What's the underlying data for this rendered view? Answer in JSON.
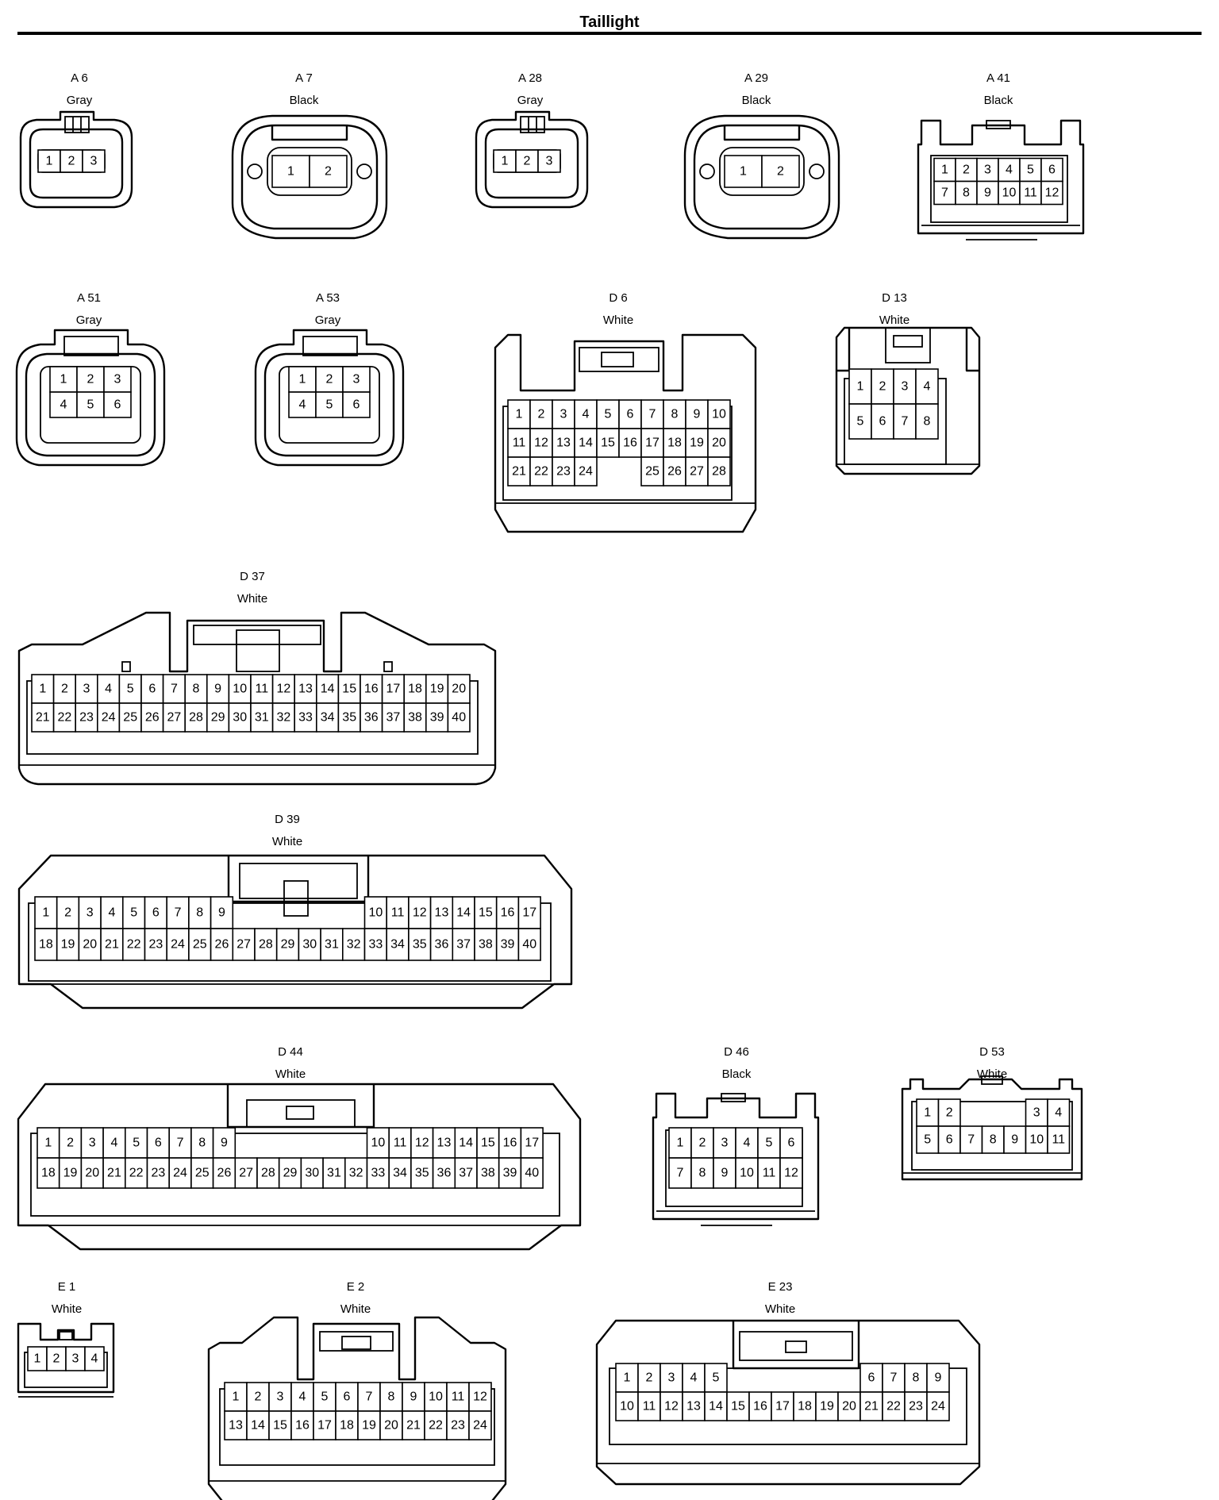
{
  "title": "Taillight",
  "connectors": [
    {
      "id": "A 6",
      "color": "Gray",
      "pins": [
        [
          "1",
          "2",
          "3"
        ]
      ]
    },
    {
      "id": "A 7",
      "color": "Black",
      "pins": [
        [
          "1",
          "2"
        ]
      ]
    },
    {
      "id": "A 28",
      "color": "Gray",
      "pins": [
        [
          "1",
          "2",
          "3"
        ]
      ]
    },
    {
      "id": "A 29",
      "color": "Black",
      "pins": [
        [
          "1",
          "2"
        ]
      ]
    },
    {
      "id": "A 41",
      "color": "Black",
      "pins": [
        [
          "1",
          "2",
          "3",
          "4",
          "5",
          "6"
        ],
        [
          "7",
          "8",
          "9",
          "10",
          "11",
          "12"
        ]
      ]
    },
    {
      "id": "A 51",
      "color": "Gray",
      "pins": [
        [
          "1",
          "2",
          "3"
        ],
        [
          "4",
          "5",
          "6"
        ]
      ]
    },
    {
      "id": "A 53",
      "color": "Gray",
      "pins": [
        [
          "1",
          "2",
          "3"
        ],
        [
          "4",
          "5",
          "6"
        ]
      ]
    },
    {
      "id": "D 6",
      "color": "White",
      "pins": [
        [
          "1",
          "2",
          "3",
          "4",
          "5",
          "6",
          "7",
          "8",
          "9",
          "10"
        ],
        [
          "11",
          "12",
          "13",
          "14",
          "15",
          "16",
          "17",
          "18",
          "19",
          "20"
        ],
        [
          "21",
          "22",
          "23",
          "24",
          "",
          "",
          "25",
          "26",
          "27",
          "28"
        ]
      ]
    },
    {
      "id": "D 13",
      "color": "White",
      "pins": [
        [
          "1",
          "2",
          "3",
          "4"
        ],
        [
          "5",
          "6",
          "7",
          "8"
        ]
      ]
    },
    {
      "id": "D 37",
      "color": "White",
      "pins": [
        [
          "1",
          "2",
          "3",
          "4",
          "5",
          "6",
          "7",
          "8",
          "9",
          "10",
          "11",
          "12",
          "13",
          "14",
          "15",
          "16",
          "17",
          "18",
          "19",
          "20"
        ],
        [
          "21",
          "22",
          "23",
          "24",
          "25",
          "26",
          "27",
          "28",
          "29",
          "30",
          "31",
          "32",
          "33",
          "34",
          "35",
          "36",
          "37",
          "38",
          "39",
          "40"
        ]
      ]
    },
    {
      "id": "D 39",
      "color": "White",
      "pins": [
        [
          "1",
          "2",
          "3",
          "4",
          "5",
          "6",
          "7",
          "8",
          "9",
          "",
          "",
          "",
          "",
          "",
          "",
          "10",
          "11",
          "12",
          "13",
          "14",
          "15",
          "16",
          "17"
        ],
        [
          "18",
          "19",
          "20",
          "21",
          "22",
          "23",
          "24",
          "25",
          "26",
          "27",
          "28",
          "29",
          "30",
          "31",
          "32",
          "33",
          "34",
          "35",
          "36",
          "37",
          "38",
          "39",
          "40"
        ]
      ]
    },
    {
      "id": "D 44",
      "color": "White",
      "pins": [
        [
          "1",
          "2",
          "3",
          "4",
          "5",
          "6",
          "7",
          "8",
          "9",
          "",
          "",
          "",
          "",
          "",
          "",
          "10",
          "11",
          "12",
          "13",
          "14",
          "15",
          "16",
          "17"
        ],
        [
          "18",
          "19",
          "20",
          "21",
          "22",
          "23",
          "24",
          "25",
          "26",
          "27",
          "28",
          "29",
          "30",
          "31",
          "32",
          "33",
          "34",
          "35",
          "36",
          "37",
          "38",
          "39",
          "40"
        ]
      ]
    },
    {
      "id": "D 46",
      "color": "Black",
      "pins": [
        [
          "1",
          "2",
          "3",
          "4",
          "5",
          "6"
        ],
        [
          "7",
          "8",
          "9",
          "10",
          "11",
          "12"
        ]
      ]
    },
    {
      "id": "D 53",
      "color": "White",
      "pins": [
        [
          "1",
          "2",
          "",
          "",
          "",
          "3",
          "4"
        ],
        [
          "5",
          "6",
          "7",
          "8",
          "9",
          "10",
          "11"
        ]
      ]
    },
    {
      "id": "E 1",
      "color": "White",
      "pins": [
        [
          "1",
          "2",
          "3",
          "4"
        ]
      ]
    },
    {
      "id": "E 2",
      "color": "White",
      "pins": [
        [
          "1",
          "2",
          "3",
          "4",
          "5",
          "6",
          "7",
          "8",
          "9",
          "10",
          "11",
          "12"
        ],
        [
          "13",
          "14",
          "15",
          "16",
          "17",
          "18",
          "19",
          "20",
          "21",
          "22",
          "23",
          "24"
        ]
      ]
    },
    {
      "id": "E 23",
      "color": "White",
      "pins": [
        [
          "1",
          "2",
          "3",
          "4",
          "5",
          "",
          "",
          "",
          "",
          "",
          "",
          "6",
          "7",
          "8",
          "9"
        ],
        [
          "10",
          "11",
          "12",
          "13",
          "14",
          "15",
          "16",
          "17",
          "18",
          "19",
          "20",
          "21",
          "22",
          "23",
          "24"
        ]
      ]
    }
  ]
}
